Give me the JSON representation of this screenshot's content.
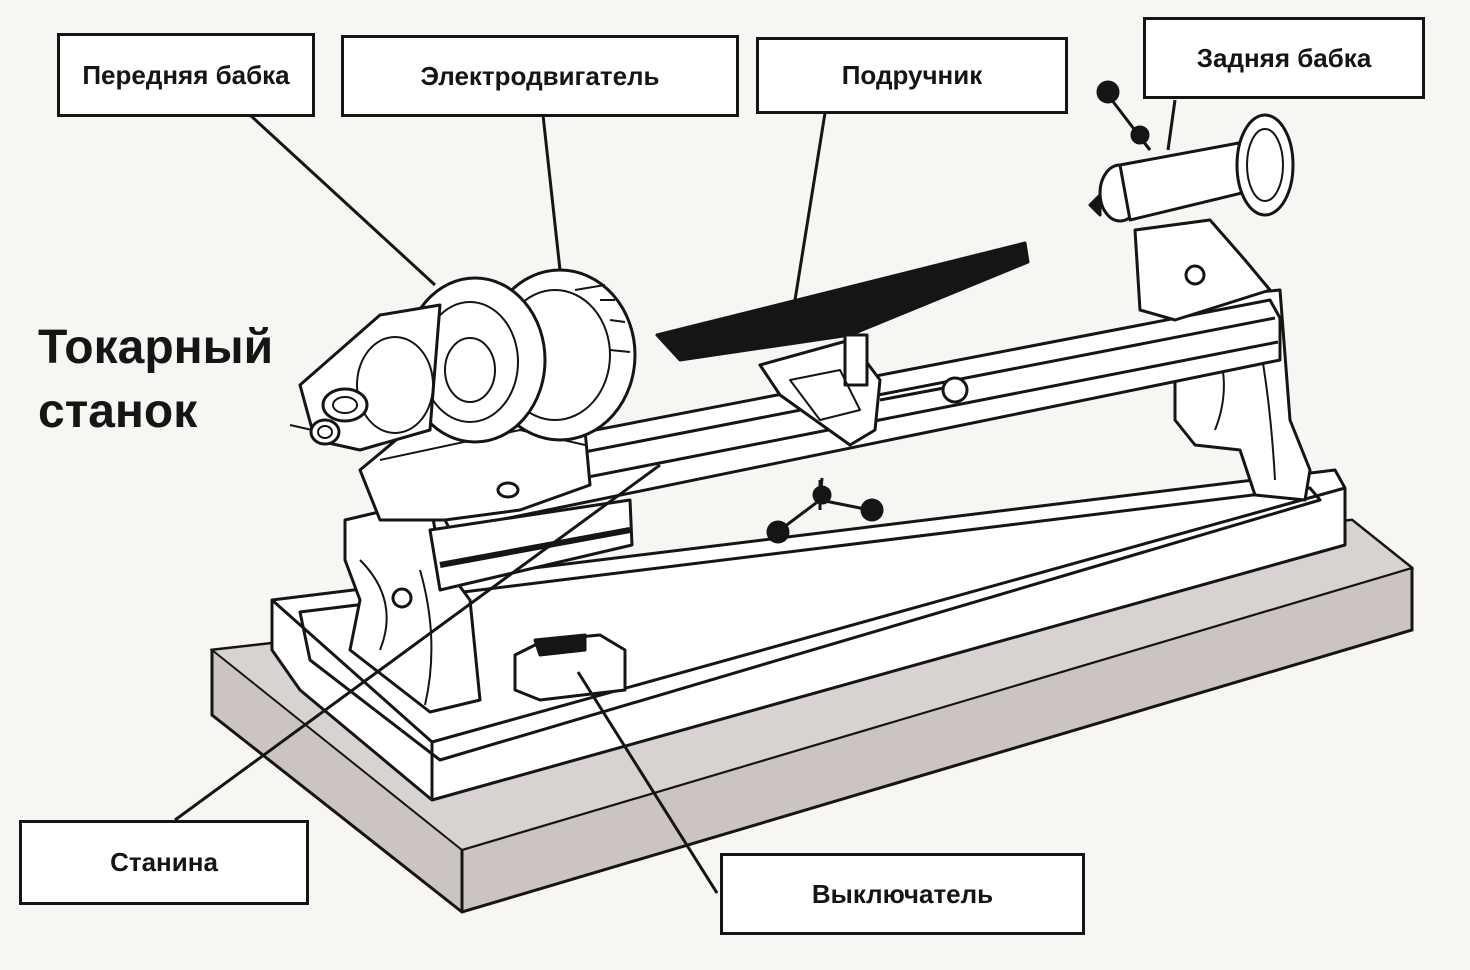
{
  "title": {
    "line1": "Токарный",
    "line2": "станок"
  },
  "labels": {
    "headstock": "Передняя бабка",
    "motor": "Электродвигатель",
    "tool_rest": "Подручник",
    "tailstock": "Задняя бабка",
    "bed": "Станина",
    "switch": "Выключатель"
  },
  "colors": {
    "ink": "#151515",
    "base_slab": "#cbc4c2",
    "background": "#f7f6f3",
    "metal": "#ffffff"
  }
}
